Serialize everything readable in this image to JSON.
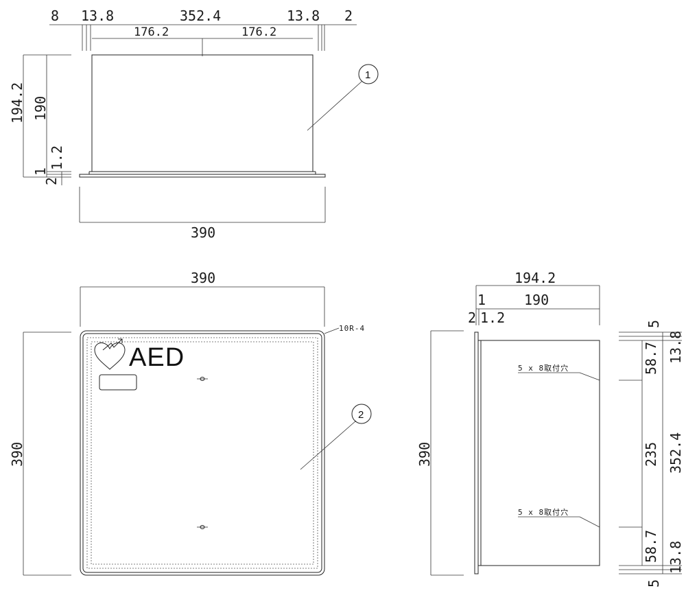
{
  "top_view": {
    "dims_top": [
      "8",
      "13.8",
      "352.4",
      "13.8",
      "2"
    ],
    "dims_sub": [
      "176.2",
      "176.2"
    ],
    "dims_left": [
      "194.2",
      "190",
      "1.2",
      "1",
      "2"
    ],
    "dim_bottom": "390",
    "balloon": "1"
  },
  "front_view": {
    "dim_top": "390",
    "dim_left": "390",
    "corner_note": "10R-4",
    "logo_text": "AED",
    "balloon": "2"
  },
  "side_view": {
    "dim_top1": "194.2",
    "dim_top2a": "1",
    "dim_top2b": "190",
    "dim_top3a": "2",
    "dim_top3b": "1.2",
    "dim_left": "390",
    "hole_note_1": "5 x 8取付穴",
    "hole_note_2": "5 x 8取付穴",
    "dims_right_inner": [
      "58.7",
      "235",
      "58.7"
    ],
    "dims_right_outer": [
      "5",
      "13.8",
      "352.4",
      "13.8",
      "5"
    ]
  }
}
